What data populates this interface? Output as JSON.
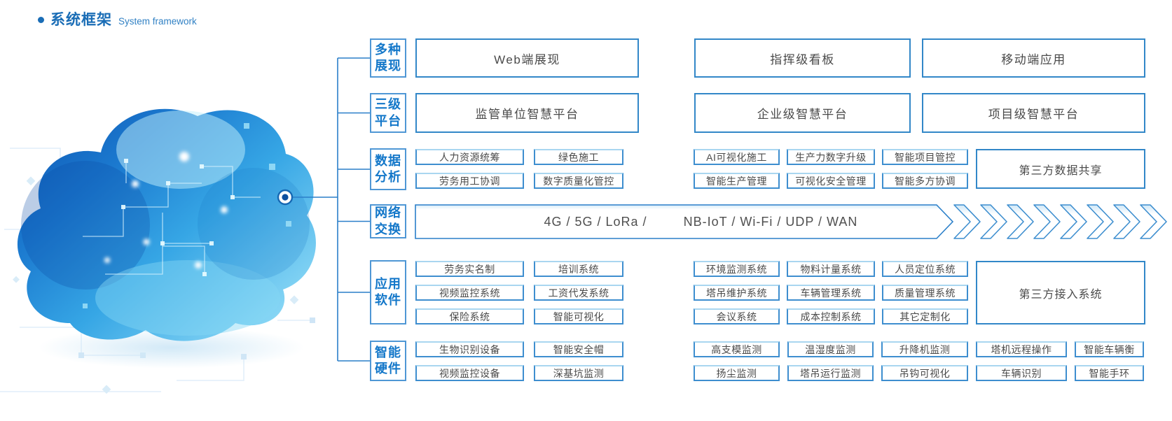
{
  "title": {
    "zh": "系统框架",
    "en": "System framework"
  },
  "colors": {
    "accent": "#2a7fc9",
    "label_text": "#1377c9",
    "box_text": "#4a4a4a",
    "title_blue": "#1a6db6"
  },
  "labels": {
    "display": {
      "line1": "多种",
      "line2": "展现"
    },
    "platform": {
      "line1": "三级",
      "line2": "平台"
    },
    "data": {
      "line1": "数据",
      "line2": "分析"
    },
    "network": {
      "line1": "网络",
      "line2": "交换"
    },
    "software": {
      "line1": "应用",
      "line2": "软件"
    },
    "hardware": {
      "line1": "智能",
      "line2": "硬件"
    }
  },
  "display_row": {
    "boxes": [
      "Web端展现",
      "指挥级看板",
      "移动端应用"
    ]
  },
  "platform_row": {
    "boxes": [
      "监管单位智慧平台",
      "企业级智慧平台",
      "项目级智慧平台"
    ]
  },
  "data_row": {
    "left": [
      "人力资源统筹",
      "绿色施工",
      "劳务用工协调",
      "数字质量化管控"
    ],
    "mid": [
      "AI可视化施工",
      "生产力数字升级",
      "智能项目管控",
      "智能生产管理",
      "可视化安全管理",
      "智能多方协调"
    ],
    "third_party": "第三方数据共享"
  },
  "network": {
    "text_left": "4G / 5G / LoRa /",
    "text_right": "NB-IoT / Wi-Fi / UDP / WAN",
    "chevron_count": 8
  },
  "software_row": {
    "left": [
      "劳务实名制",
      "培训系统",
      "视频监控系统",
      "工资代发系统",
      "保险系统",
      "智能可视化"
    ],
    "mid": [
      "环境监测系统",
      "物料计量系统",
      "人员定位系统",
      "塔吊维护系统",
      "车辆管理系统",
      "质量管理系统",
      "会议系统",
      "成本控制系统",
      "其它定制化"
    ],
    "third_party": "第三方接入系统"
  },
  "hardware_row": {
    "left": [
      "生物识别设备",
      "智能安全帽",
      "视频监控设备",
      "深基坑监测"
    ],
    "right": [
      "高支模监测",
      "温湿度监测",
      "升降机监测",
      "塔机远程操作",
      "智能车辆衡",
      "扬尘监测",
      "塔吊运行监测",
      "吊钩可视化",
      "车辆识别",
      "智能手环"
    ]
  }
}
